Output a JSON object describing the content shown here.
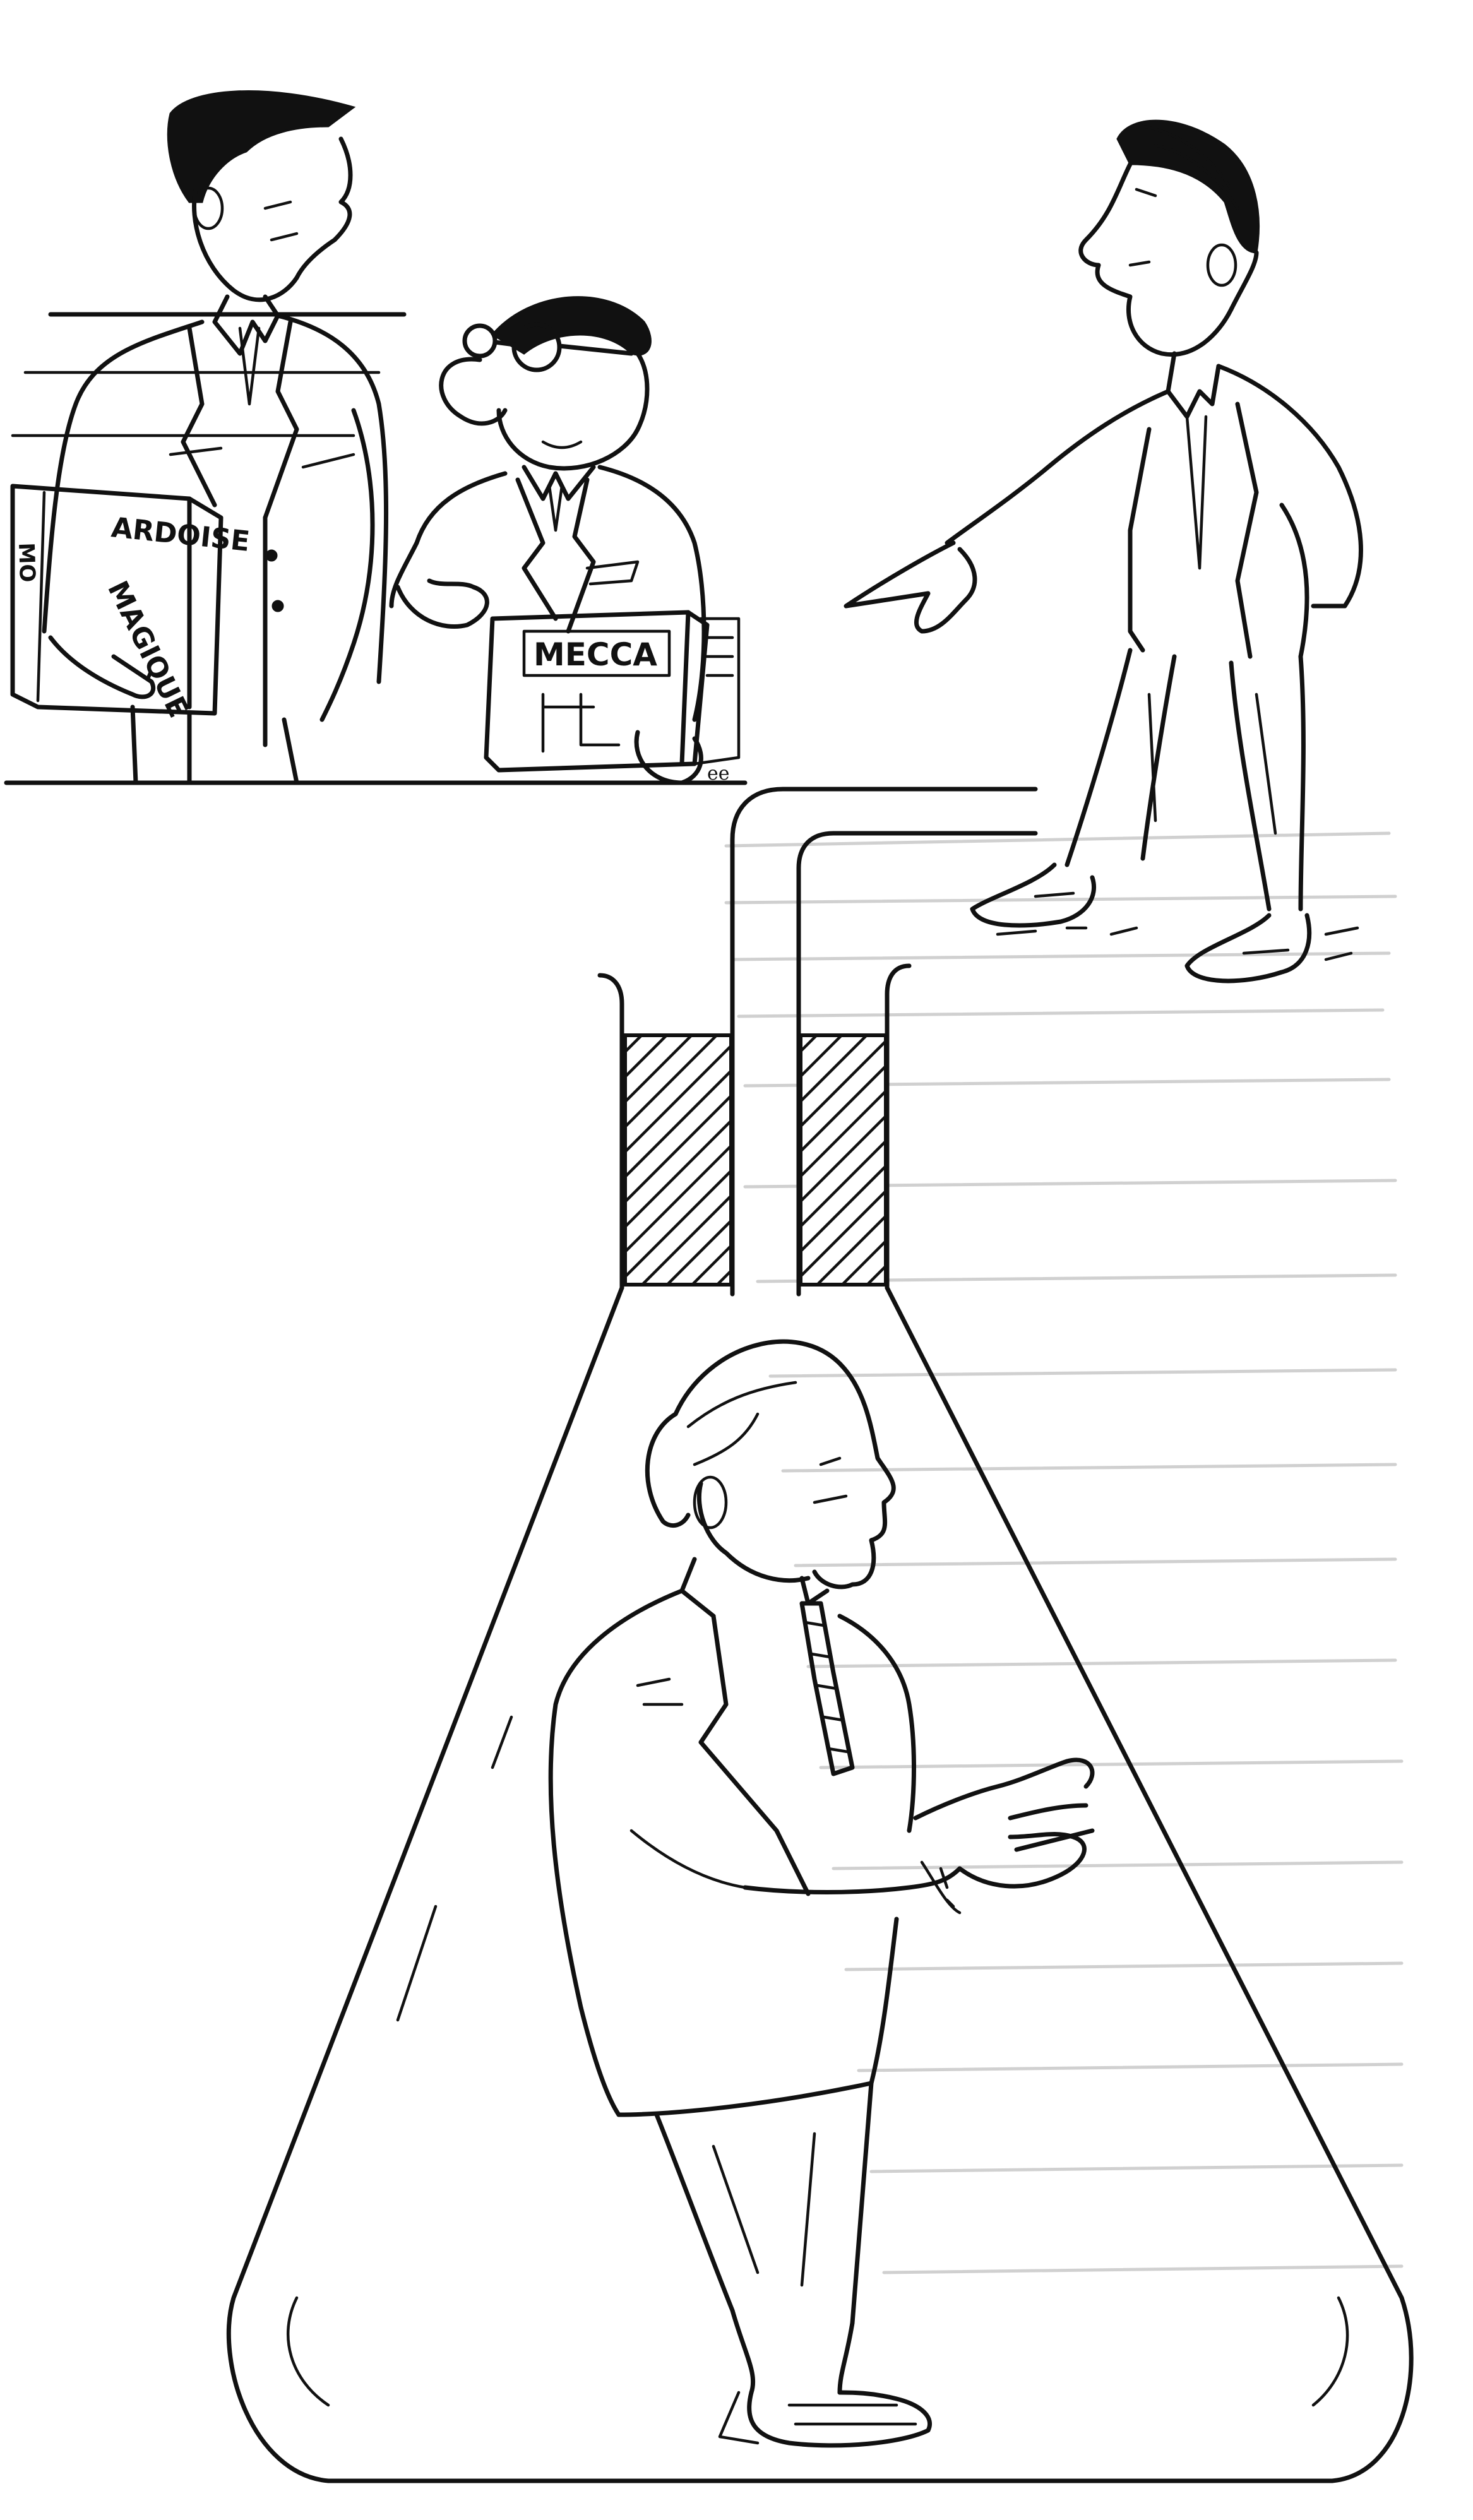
{
  "illustration": {
    "style": "black ink cartoon on white",
    "books": {
      "left_title_line1": "ARDOISE",
      "left_title_line2": "MAGIQUE",
      "left_spine_fragment": "MO",
      "right_title": "MECCA"
    },
    "signature": "ee"
  },
  "colors": {
    "ink": "#111111",
    "paper": "#ffffff"
  }
}
